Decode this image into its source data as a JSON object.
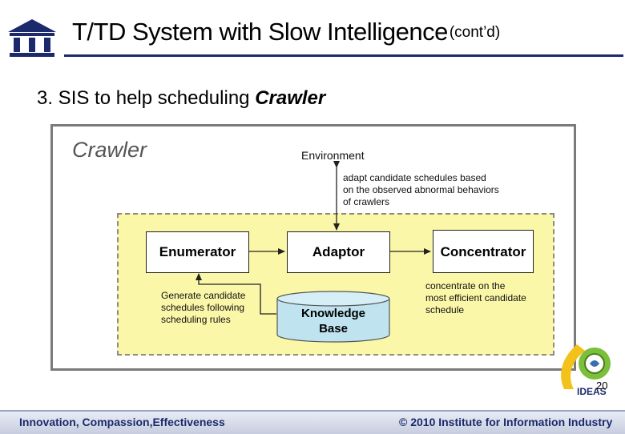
{
  "header": {
    "title": "T/TD System with Slow Intelligence",
    "title_suffix": "(cont’d)",
    "logo": "university-building-icon",
    "accent_color": "#1a2a6c"
  },
  "subtitle": {
    "prefix": "3. SIS to help scheduling ",
    "emphasis": "Crawler"
  },
  "diagram": {
    "panel_label": "Crawler",
    "environment_label": "Environment",
    "environment_note": [
      "adapt candidate schedules based",
      "on the observed abnormal behaviors",
      "of crawlers"
    ],
    "nodes": {
      "enumerator": "Enumerator",
      "adaptor": "Adaptor",
      "concentrator": "Concentrator",
      "knowledge_base": [
        "Knowledge",
        "Base"
      ]
    },
    "enumerator_note": [
      "Generate candidate",
      "schedules following",
      "scheduling rules"
    ],
    "concentrator_note": [
      "concentrate on the",
      "most efficient candidate",
      "schedule"
    ],
    "colors": {
      "region_fill": "#fbf7a8",
      "knowledge_base_fill": "#bfe3ef"
    }
  },
  "branding": {
    "ideas_logo_text": "IDEAS",
    "page_number": "20"
  },
  "footer": {
    "left": "Innovation, Compassion,Effectiveness",
    "right": "© 2010 Institute for Information Industry"
  }
}
